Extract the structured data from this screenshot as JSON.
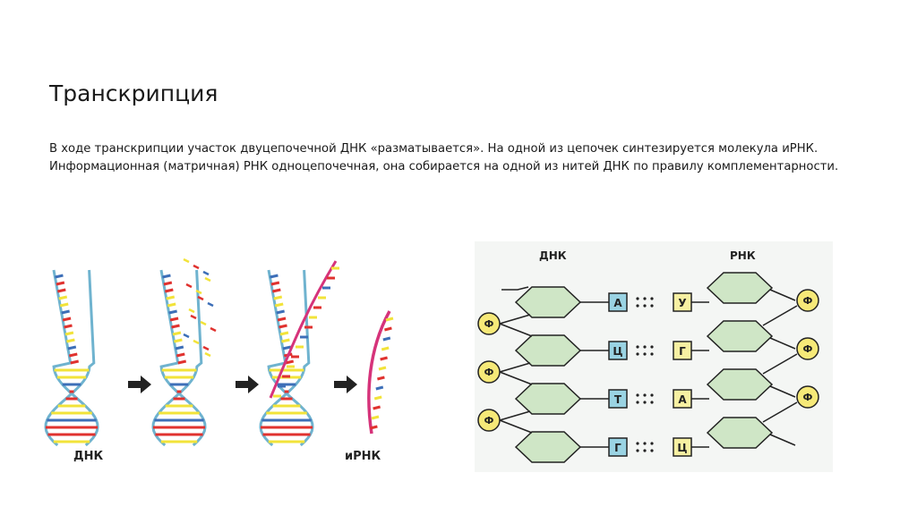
{
  "slide": {
    "title": "Транскрипция",
    "paragraph_lines": [
      "В ходе транскрипции участок двуцепочечной ДНК «разматывается». На одной из цепочек синтезируется молекула иРНК.",
      "Информационная (матричная) РНК одноцепочечная, она собирается на одной из нитей ДНК по правилу комплементарности."
    ]
  },
  "figure_left": {
    "label_dna": "ДНК",
    "label_mrna": "иРНК"
  },
  "figure_right": {
    "header_dna": "ДНК",
    "header_rna": "РНК",
    "phosphate": "Ф",
    "pairs": [
      {
        "dna": "А",
        "rna": "У"
      },
      {
        "dna": "Ц",
        "rna": "Г"
      },
      {
        "dna": "Т",
        "rna": "А"
      },
      {
        "dna": "Г",
        "rna": "Ц"
      }
    ]
  },
  "colors": {
    "backbone": "#6fb3cf",
    "mrna_strand": "#d6337a",
    "base_yellow": "#f2e33a",
    "base_red": "#e0322f",
    "base_blue": "#3d6fb8",
    "arrow": "#222222",
    "sugar_fill": "#cfe6c6",
    "base_box_blue": "#9ad3e3",
    "base_box_yellow": "#f7f0a2",
    "phosphate_fill": "#f6e978"
  }
}
